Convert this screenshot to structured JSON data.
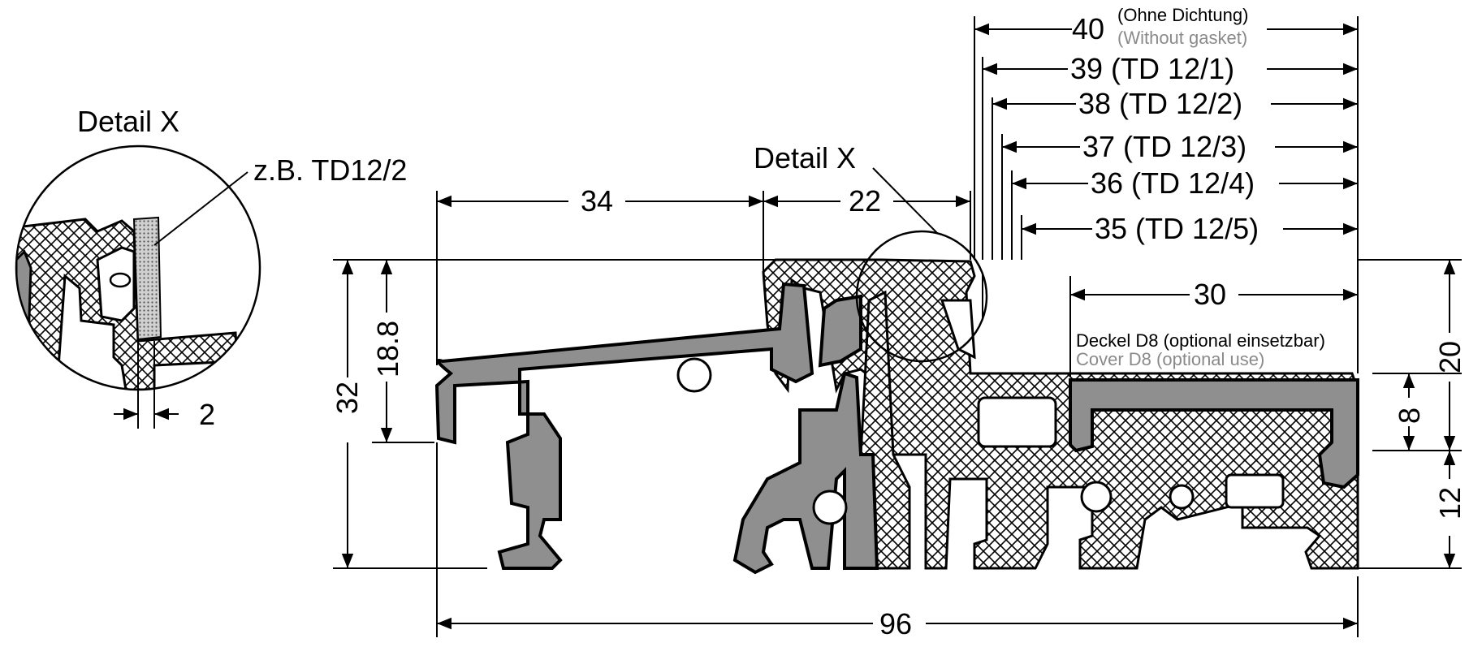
{
  "detail_title": "Detail X",
  "detail_example": "z.B. TD12/2",
  "detail_dim": "2",
  "main_detail_label": "Detail X",
  "dims": {
    "d40": "40",
    "d40_note_de": "(Ohne Dichtung)",
    "d40_note_en": "(Without gasket)",
    "d39": "39 (TD 12/1)",
    "d38": "38 (TD 12/2)",
    "d37": "37 (TD 12/3)",
    "d36": "36 (TD 12/4)",
    "d35": "35 (TD 12/5)",
    "d34": "34",
    "d22": "22",
    "d30": "30",
    "d32": "32",
    "d18_8": "18.8",
    "d20": "20",
    "d8": "8",
    "d12": "12",
    "d96": "96"
  },
  "cover_label_de": "Deckel D8 (optional einsetzbar)",
  "cover_label_en": "Cover D8 (optional use)",
  "colors": {
    "profile_grey": "#8f8f8f",
    "gasket_dots": "#6f6f6f",
    "note_grey": "#8a8a8a"
  }
}
